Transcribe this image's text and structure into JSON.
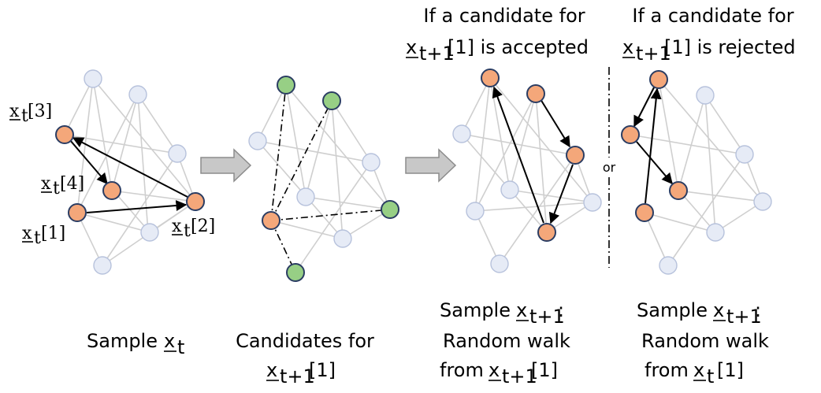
{
  "labels": {
    "xt3": "x",
    "xt3_sub": "t",
    "xt3_idx": "[3]",
    "xt4": "x",
    "xt4_sub": "t",
    "xt4_idx": "[4]",
    "xt1": "x",
    "xt1_sub": "t",
    "xt1_idx": "[1]",
    "xt2": "x",
    "xt2_sub": "t",
    "xt2_idx": "[2]"
  },
  "headers": {
    "accepted_line1": "If a candidate for",
    "accepted_x": "x",
    "accepted_sub": "t+1",
    "accepted_rest": "[1] is accepted",
    "rejected_line1": "If a candidate for",
    "rejected_x": "x",
    "rejected_sub": "t+1",
    "rejected_rest": "[1] is rejected",
    "or": "or"
  },
  "captions": {
    "c1_text": "Sample ",
    "c1_x": "x",
    "c1_sub": "t",
    "c2_line1": "Candidates for",
    "c2_x": "x",
    "c2_sub": "t+1",
    "c2_rest": "[1]",
    "c3_line1_text": "Sample ",
    "c3_line1_x": "x",
    "c3_line1_sub": "t+1",
    "c3_line1_colon": ":",
    "c3_line2": "Random walk",
    "c3_line3_text": "from ",
    "c3_line3_x": "x",
    "c3_line3_sub": "t+1",
    "c3_line3_rest": "[1]",
    "c4_line1_text": "Sample ",
    "c4_line1_x": "x",
    "c4_line1_sub": "t+1",
    "c4_line1_colon": ":",
    "c4_line2": "Random walk",
    "c4_line3_text": "from ",
    "c4_line3_x": "x",
    "c4_line3_sub": "t",
    "c4_line3_rest": "[1]"
  },
  "colors": {
    "node_gray": "#e6ebf6",
    "node_gray_stroke": "#b7c2dc",
    "node_orange": "#f4a77a",
    "node_green": "#97cf85",
    "node_dark_stroke": "#2b3d63",
    "edge_gray": "#cfcfcf",
    "arrow_fill": "#c8c8c8",
    "arrow_stroke": "#8c8c8c"
  }
}
